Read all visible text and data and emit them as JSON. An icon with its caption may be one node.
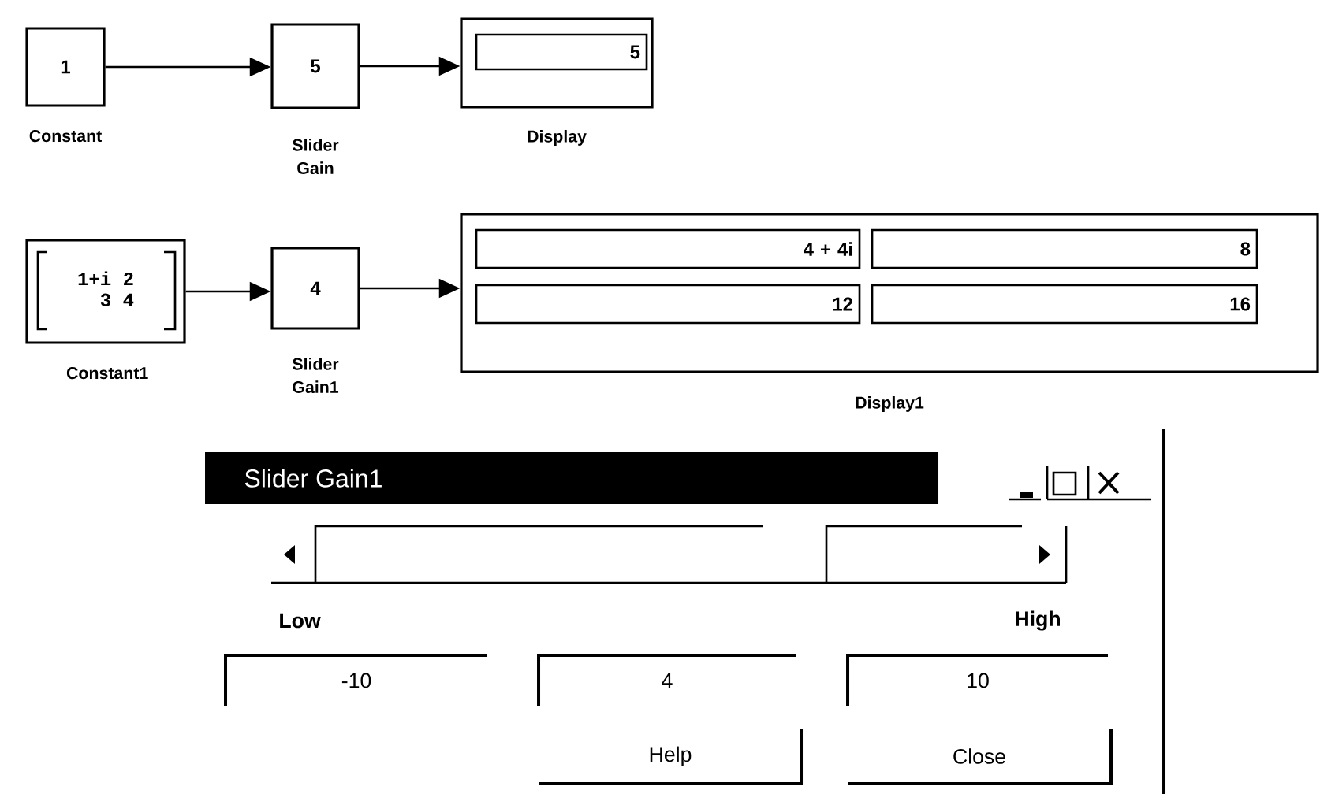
{
  "diagram": {
    "nodes": [
      {
        "text": [
          "1"
        ],
        "beside": [
          "Constant"
        ]
      },
      {
        "text": [
          "5"
        ],
        "beside": [
          "Slider Gain"
        ]
      },
      {
        "text": [],
        "shape": "box",
        "beside": [
          "Display"
        ]
      },
      {
        "text": [
          "5"
        ],
        "in": 2
      },
      {
        "text": [
          "1+i 2",
          "3 4"
        ],
        "beside": [
          "Constant1"
        ]
      },
      {
        "text": [
          "4"
        ],
        "beside": [
          "Slider Gain1"
        ]
      },
      {
        "text": [],
        "shape": "box",
        "beside": [
          "Display1"
        ]
      },
      {
        "text": [
          "4 + 4i"
        ],
        "in": 6
      },
      {
        "text": [
          "8"
        ],
        "in": 6
      },
      {
        "text": [
          "12"
        ],
        "in": 6
      },
      {
        "text": [
          "16"
        ],
        "in": 6
      },
      {
        "text": [
          "Slider Gain1"
        ]
      },
      {
        "text": [
          "-10"
        ],
        "in": 11
      },
      {
        "text": [
          "4"
        ],
        "in": 11
      },
      {
        "text": [
          "10"
        ],
        "in": 11
      },
      {
        "text": [
          "Help"
        ],
        "in": 11
      },
      {
        "text": [
          "Close"
        ],
        "in": 11
      }
    ],
    "edges": [
      {
        "from": 0,
        "to": 1,
        "arrow": "to"
      },
      {
        "from": 1,
        "to": 2,
        "arrow": "to"
      },
      {
        "from": 4,
        "to": 5,
        "arrow": "to"
      },
      {
        "from": 5,
        "to": 6,
        "arrow": "to"
      }
    ],
    "labels": [
      "Low",
      "High"
    ]
  }
}
